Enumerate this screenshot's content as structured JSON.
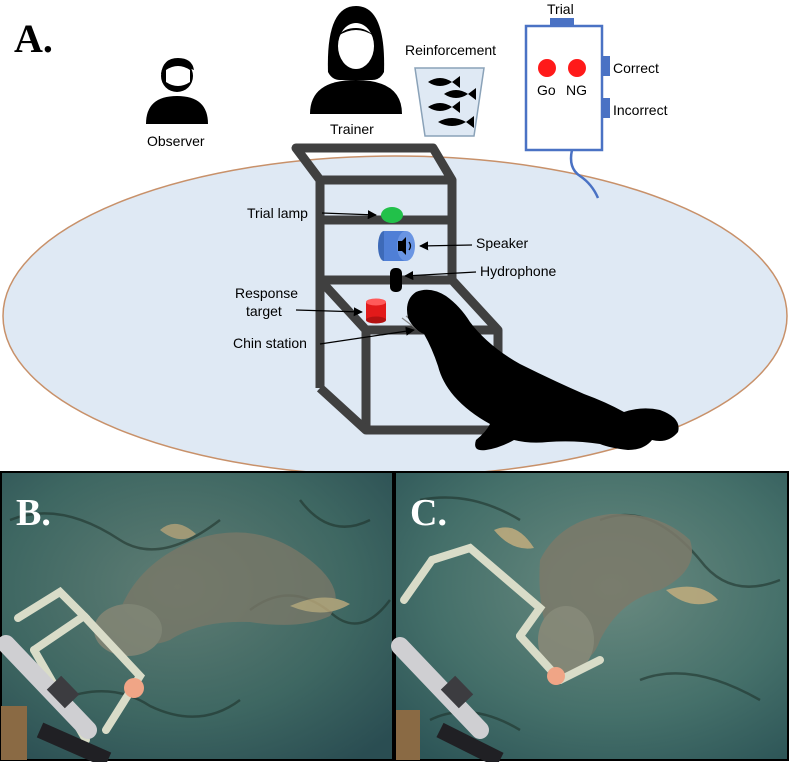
{
  "panels": {
    "a": "A.",
    "b": "B.",
    "c": "C."
  },
  "people": {
    "observer": "Observer",
    "trainer": "Trainer"
  },
  "reinforcement": "Reinforcement",
  "control_box": {
    "trial": "Trial",
    "go": "Go",
    "no_go": "NG",
    "correct": "Correct",
    "incorrect": "Incorrect"
  },
  "apparatus": {
    "trial_lamp": "Trial lamp",
    "speaker": "Speaker",
    "hydrophone": "Hydrophone",
    "response_target_line1": "Response",
    "response_target_line2": "target",
    "chin_station": "Chin station"
  },
  "colors": {
    "pool": "#dfe9f4",
    "pool_edge": "#c8916a",
    "frame": "#404040",
    "control_box_border": "#4a72c4",
    "control_button": "#4a72c4",
    "go_nogo_light": "#ff1a1a",
    "trial_lamp": "#22c14a",
    "speaker": "#4f7fd6",
    "response_target": "#e21a1a",
    "silhouette": "#000000"
  },
  "icons": [
    "observer-person-icon",
    "trainer-person-icon",
    "fish-bucket-icon",
    "speaker-icon",
    "sea-lion-silhouette"
  ]
}
